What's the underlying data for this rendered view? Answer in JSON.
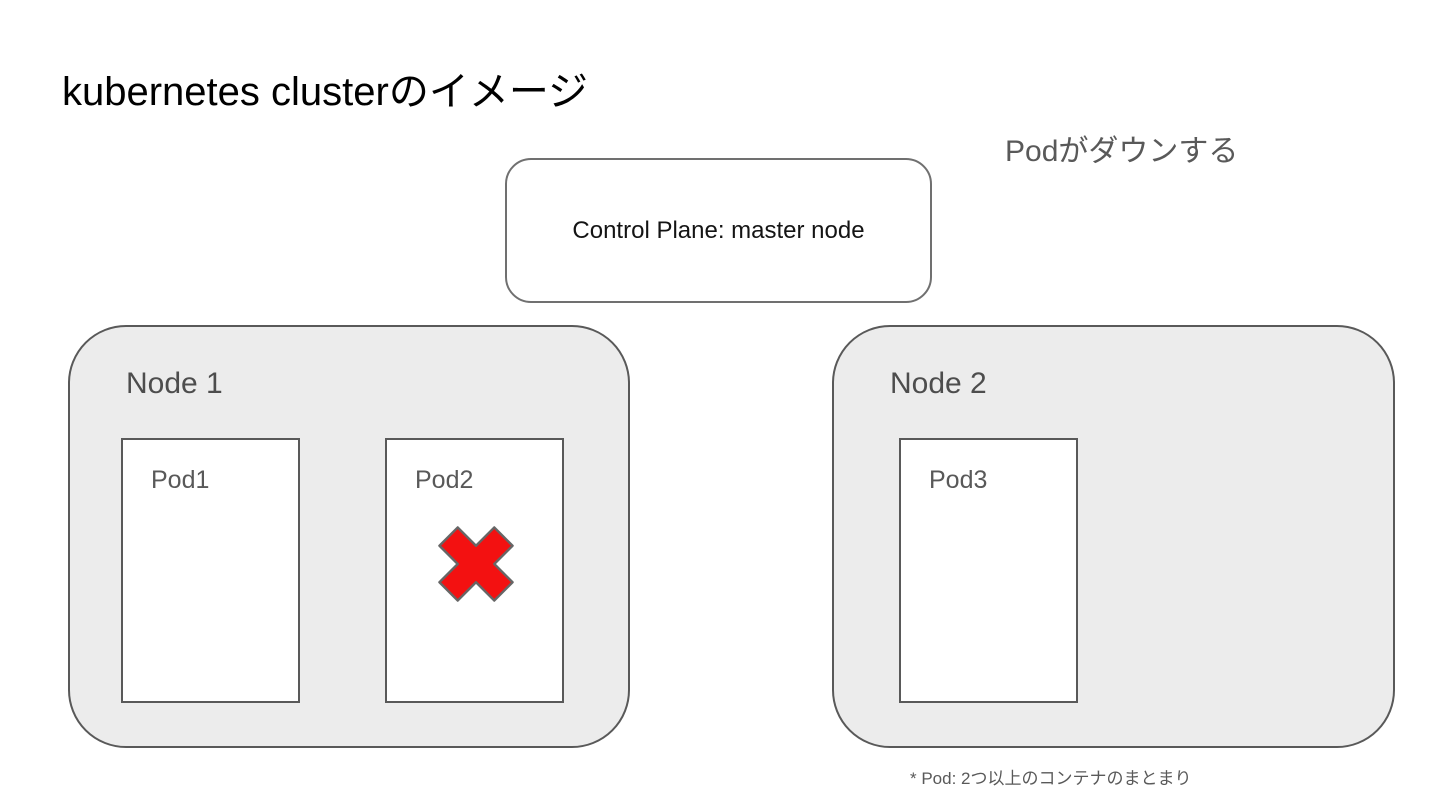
{
  "slide": {
    "title": "kubernetes clusterのイメージ",
    "annotation": "Podがダウンする",
    "footnote": "* Pod: 2つ以上のコンテナのまとまり"
  },
  "control_plane": {
    "label": "Control Plane: master node"
  },
  "nodes": [
    {
      "label": "Node 1",
      "pods": [
        {
          "label": "Pod1",
          "status": "running"
        },
        {
          "label": "Pod2",
          "status": "down"
        }
      ]
    },
    {
      "label": "Node 2",
      "pods": [
        {
          "label": "Pod3",
          "status": "running"
        }
      ]
    }
  ],
  "icons": {
    "pod_down": "red-x-icon"
  },
  "colors": {
    "background": "#ffffff",
    "node_fill": "#ececec",
    "outline_gray": "#595959",
    "control_plane_outline": "#707070",
    "failure_red": "#f31111",
    "failure_stroke": "#666666",
    "text_dark": "#4d4d4d",
    "text_gray": "#595959",
    "title_black": "#000000"
  }
}
